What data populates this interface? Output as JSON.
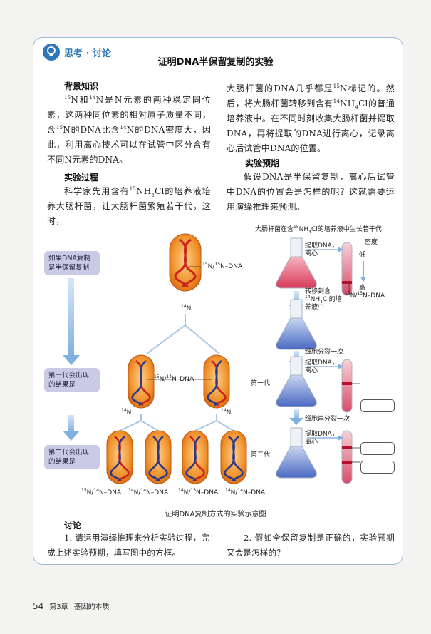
{
  "section": {
    "label": "思考 · 讨论",
    "icon": "bulb-icon"
  },
  "title": "证明DNA半保留复制的实验",
  "background": {
    "heading": "背景知识",
    "p1a": "N和",
    "p1b": "N是N元素的两种稳定同位素，这两种同位素的相对原子质量不同，含",
    "p1c": "N的DNA比含",
    "p1d": "N的DNA密度大，因此，利用离心技术可以在试管中区分含有不同N元素的DNA。"
  },
  "process": {
    "heading": "实验过程",
    "p1a": "科学家先用含有",
    "p1b": "NH",
    "p1c": "Cl的培养液培养大肠杆菌，让大肠杆菌繁殖若干代，这时，",
    "p2a": "大肠杆菌的DNA几乎都是",
    "p2b": "N标记的。然后，将大肠杆菌转移到含有",
    "p2c": "NH",
    "p2d": "Cl的普通培养液中。在不同时刻收集大肠杆菌并提取DNA，再将提取的DNA进行离心，记录离心后试管中DNA的位置。"
  },
  "prediction": {
    "heading": "实验预期",
    "p1": "假设DNA是半保留复制，离心后试管中DNA的位置会是怎样的呢？这就需要运用演绎推理来预测。"
  },
  "isotopes": {
    "n15": "15",
    "n14": "14",
    "four": "4"
  },
  "diagram": {
    "top_note_a": "大肠杆菌在含",
    "top_note_b": "NH",
    "top_note_c": "Cl的培养液中生长若干代",
    "box_hypothesis": "如果DNA复制是半保留复制",
    "box_gen1": "第一代会出现的结果是",
    "box_gen2": "第二代会出现的结果是",
    "label_parent": "N/",
    "label_parent2": "N–DNA",
    "label_n14_top": "N",
    "label_gen1a": "N/",
    "label_gen1b": "N–DNA",
    "label_n14_left": "N",
    "label_n14_right": "N",
    "bottom_labels": [
      "N/",
      "N–DNA"
    ],
    "extract_1": "提取DNA，离心",
    "density": "密度",
    "low": "低",
    "high": "高",
    "tube_label_a": "N/",
    "tube_label_b": "N–DNA",
    "transfer_a": "转移到含",
    "transfer_b": "NH",
    "transfer_c": "Cl的培养液中",
    "divide_once": "细胞分裂一次",
    "extract_2": "提取DNA，离心",
    "gen1": "第一代",
    "divide_again": "细胞再分裂一次",
    "extract_3": "提取DNA，离心",
    "gen2": "第二代"
  },
  "caption": "证明DNA复制方式的实验示意图",
  "discussion": {
    "heading": "讨论",
    "q1": "1. 请运用演绎推理来分析实验过程，完成上述实验预期，填写图中的方框。",
    "q2": "2. 假如全保留复制是正确的，实验预期又会是怎样的？"
  },
  "footer": {
    "page": "54",
    "chapter": "第3章",
    "chapter_title": "基因的本质"
  },
  "colors": {
    "accent": "#2e77b8",
    "box": "#c9cbe6",
    "bacterium": "#e8822a",
    "red_dna": "#c8241e",
    "blue_dna": "#2c3a8c"
  }
}
